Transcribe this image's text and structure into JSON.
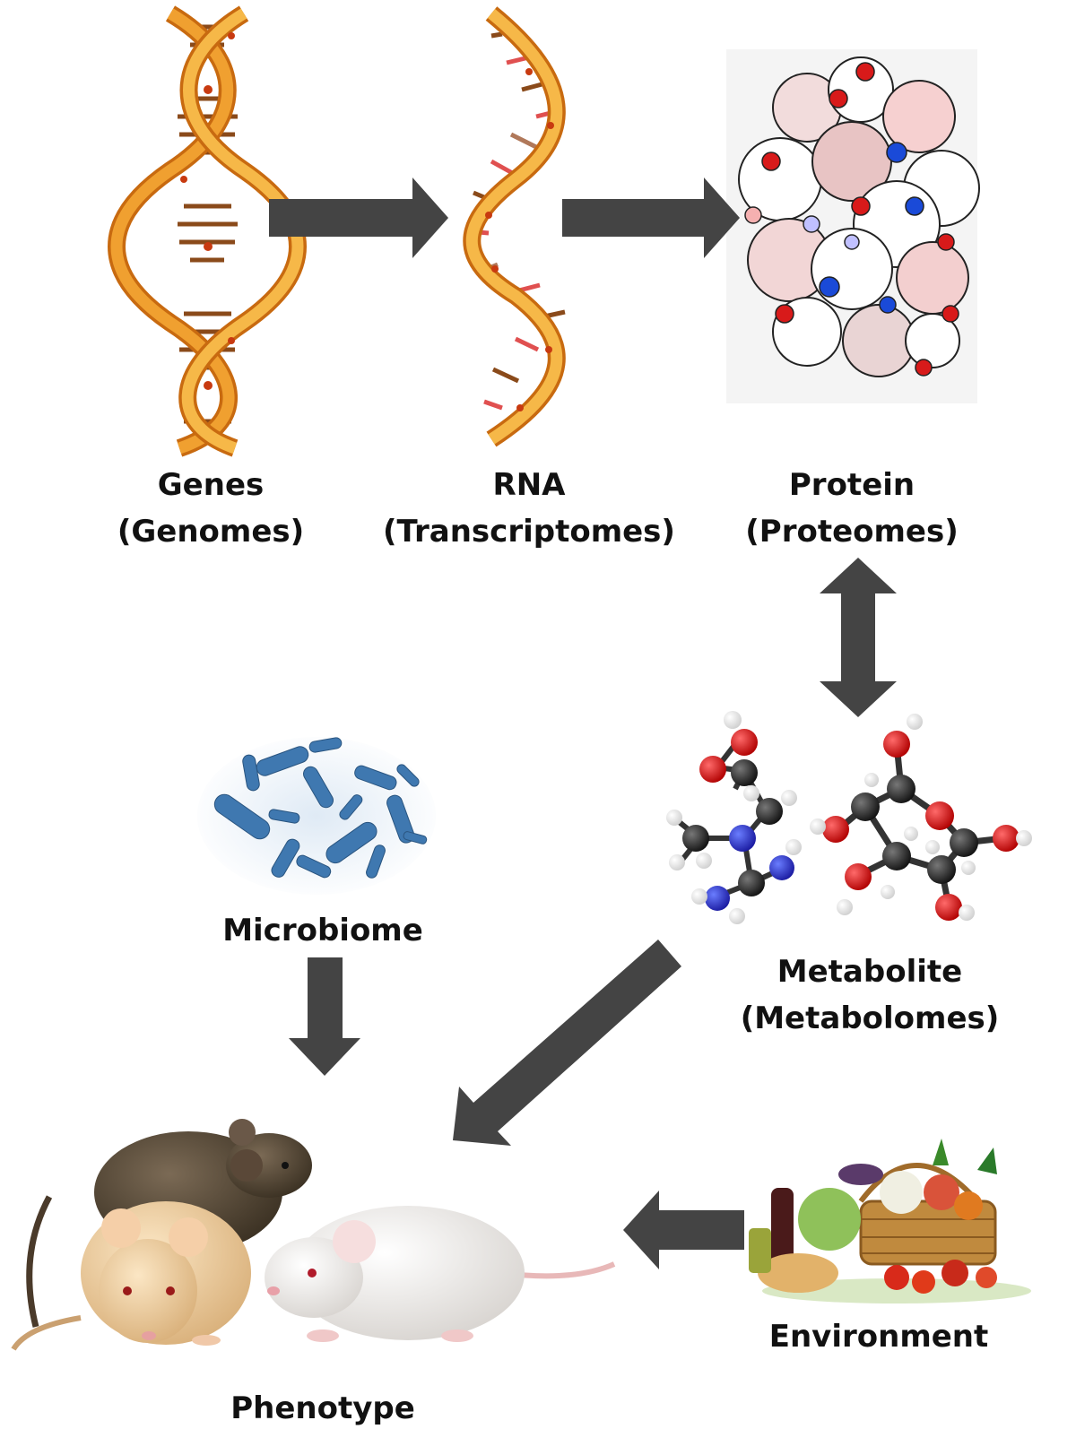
{
  "nodes": {
    "genes": {
      "line1": "Genes",
      "line2": "(Genomes)",
      "icon": "dna-double-helix-icon"
    },
    "rna": {
      "line1": "RNA",
      "line2": "(Transcriptomes)",
      "icon": "rna-strand-icon"
    },
    "protein": {
      "line1": "Protein",
      "line2": "(Proteomes)",
      "icon": "protein-molecule-icon"
    },
    "metabolite": {
      "line1": "Metabolite",
      "line2": "(Metabolomes)",
      "icon": "molecule-models-icon"
    },
    "microbiome": {
      "line1": "Microbiome",
      "icon": "bacteria-icon"
    },
    "environment": {
      "line1": "Environment",
      "icon": "food-basket-icon"
    },
    "phenotype": {
      "line1": "Phenotype",
      "icon": "mice-icon"
    }
  },
  "colors": {
    "arrow": "#444444",
    "helix": "#f0a030",
    "helix_dark": "#c86a10",
    "bacteria": "#3f78b0",
    "text": "#111111"
  }
}
